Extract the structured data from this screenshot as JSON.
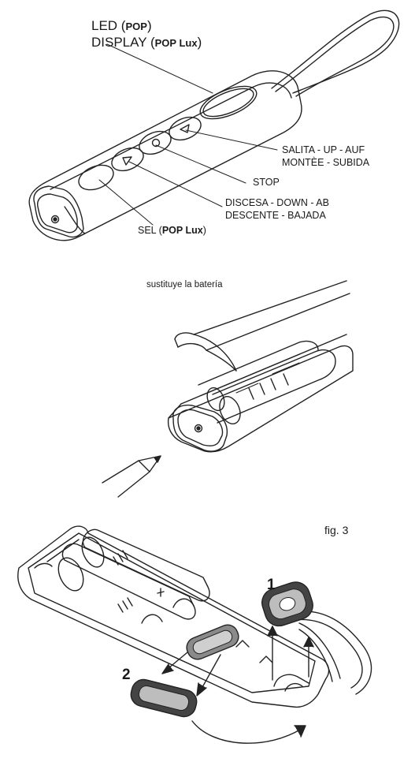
{
  "figure1": {
    "led_label": {
      "prefix": "LED (",
      "bold": "POP",
      "suffix": ")"
    },
    "display_label": {
      "prefix": "DISPLAY (",
      "bold": "POP Lux",
      "suffix": ")"
    },
    "up_label": {
      "line1": "SALITA - UP - AUF",
      "line2": "MONTÈE - SUBIDA"
    },
    "stop_label": "STOP",
    "down_label": {
      "line1": "DISCESA - DOWN - AB",
      "line2": "DESCENTE - BAJADA"
    },
    "sel_label": {
      "prefix": "SEL (",
      "bold": "POP Lux",
      "suffix": ")"
    }
  },
  "figure2": {
    "caption": "sustituye la batería"
  },
  "figure3": {
    "title": "fig. 3",
    "step1": "1",
    "step2": "2"
  },
  "colors": {
    "line": "#222222",
    "gasket_dark": "#444444",
    "gasket_light": "#bdbdbd"
  }
}
